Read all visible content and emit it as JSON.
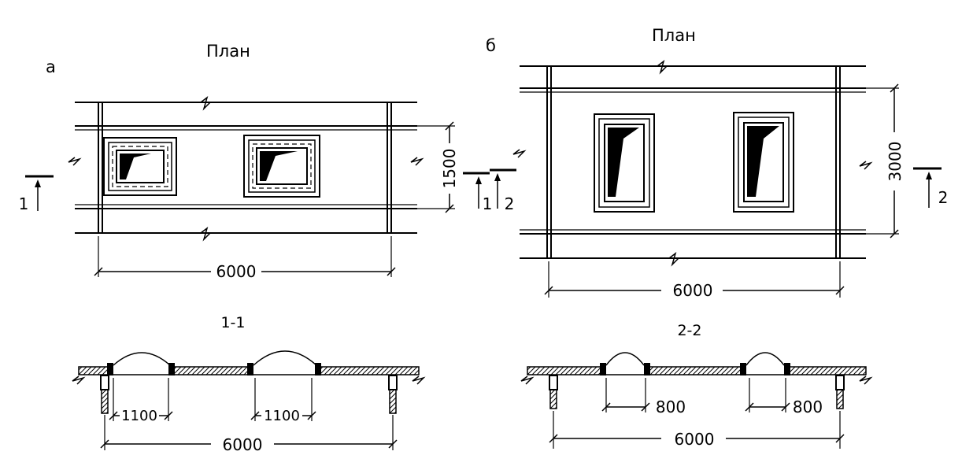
{
  "fig_a": {
    "letter": "а",
    "plan_title": "План",
    "dim_length": "6000",
    "dim_width": "1500",
    "section_mark": "1",
    "section_title": "1-1",
    "section_dim_total": "6000",
    "section_dim_left": "1100",
    "section_dim_right": "1100"
  },
  "fig_b": {
    "letter": "б",
    "plan_title": "План",
    "dim_length": "6000",
    "dim_width": "3000",
    "section_mark": "2",
    "section_title": "2-2",
    "section_dim_total": "6000",
    "section_dim_left": "800",
    "section_dim_right": "800"
  }
}
